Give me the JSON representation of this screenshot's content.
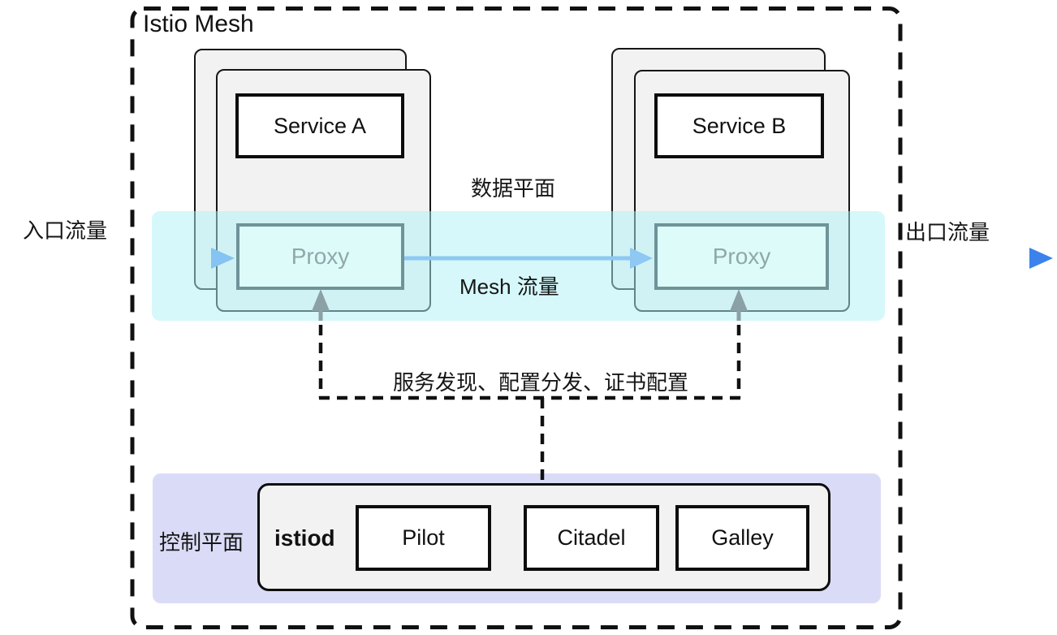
{
  "diagram": {
    "title": "Istio Mesh",
    "labels": {
      "ingress": "入口流量",
      "egress": "出口流量",
      "data_plane": "数据平面",
      "mesh_traffic": "Mesh 流量",
      "discovery": "服务发现、配置分发、证书配置",
      "control_plane": "控制平面"
    },
    "nodes": {
      "service_a": "Service A",
      "service_b": "Service B",
      "proxy_a": "Proxy",
      "proxy_b": "Proxy",
      "istiod": "istiod",
      "components": [
        "Pilot",
        "Citadel",
        "Galley"
      ]
    },
    "colors": {
      "arrow_blue": "#4285f4",
      "traffic_light_blue": "#8ec8f3",
      "traffic_blue_left": "#3d7fe0",
      "traffic_blue_right": "#3b82ec",
      "control_arrow_gray": "#8ba1a6",
      "data_plane_band": "#d8fafa",
      "control_plane_band": "#dadcf7",
      "pod_fill": "#f2f2f3",
      "proxy_fill": "#ddfbf9",
      "proxy_border": "#6e9399",
      "proxy_text": "#90a7ab",
      "mesh_border": "#111111"
    }
  }
}
